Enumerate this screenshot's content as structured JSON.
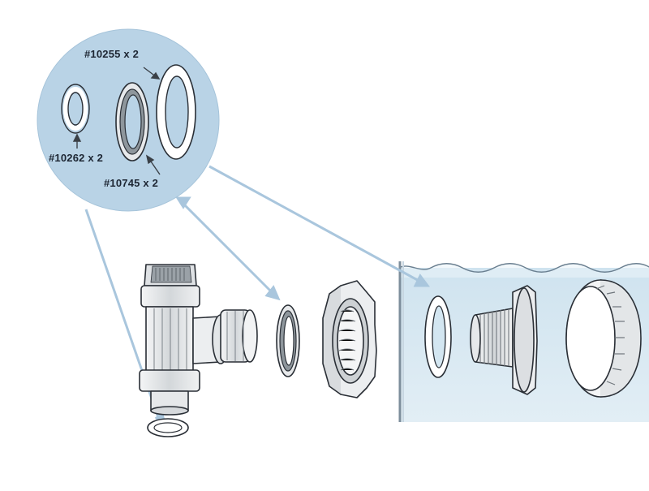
{
  "callout": {
    "labels": {
      "gasket_large": "#10255 x 2",
      "oring_small": "#10262 x 2",
      "washer_step": "#10745 x 2"
    }
  },
  "colors": {
    "callout_fill": "#b9d3e6",
    "water_fill": "#d3e6f1",
    "water_edge": "#9cbdd6",
    "leader_line": "#a9c6dd",
    "part_outline": "#2a2f36",
    "part_light": "#e7e9eb",
    "part_mid": "#c9cdd1"
  },
  "icons": [
    "magnifier-callout",
    "arrow-icon"
  ]
}
